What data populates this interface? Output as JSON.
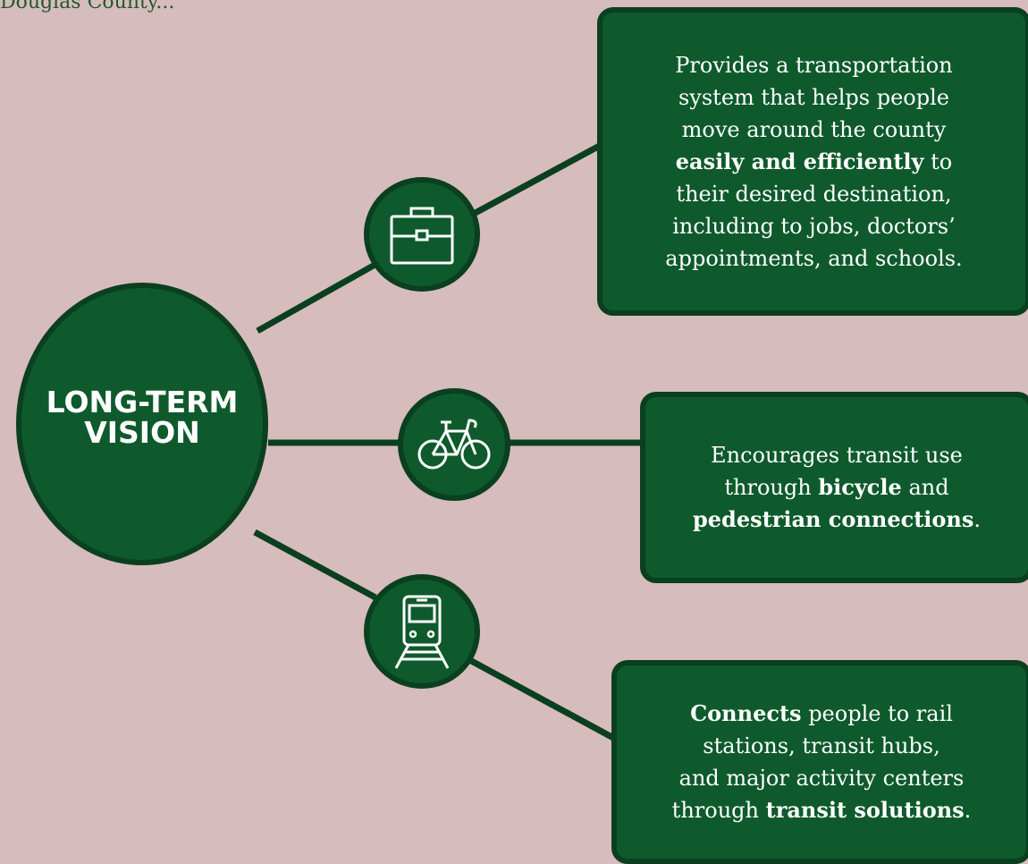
{
  "header": {
    "text": "Douglas County..."
  },
  "hub": {
    "line1": "LONG-TERM",
    "line2": "VISION"
  },
  "branches": [
    {
      "icon": "briefcase-icon",
      "card": {
        "l1": "Provides a transportation",
        "l2": "system that helps people",
        "l3": "move around the county",
        "l4_bold": "easily and efficiently",
        "l4_tail": " to",
        "l5": "their desired destination,",
        "l6": "including to jobs, doctors’",
        "l7": "appointments, and schools."
      }
    },
    {
      "icon": "bicycle-icon",
      "card": {
        "l1": "Encourages transit use",
        "l2_pre": "through ",
        "l2_bold": "bicycle",
        "l2_tail": " and",
        "l3_bold": "pedestrian connections",
        "l3_tail": "."
      }
    },
    {
      "icon": "train-icon",
      "card": {
        "l1_bold": "Connects",
        "l1_tail": " people to rail",
        "l2": "stations, transit hubs,",
        "l3": "and major activity centers",
        "l4_pre": "through ",
        "l4_bold": "transit solutions",
        "l4_tail": "."
      }
    }
  ],
  "colors": {
    "background": "#d6bcbd",
    "fill": "#0e5a2c",
    "border": "#0a3f20",
    "text": "#ffffff"
  }
}
